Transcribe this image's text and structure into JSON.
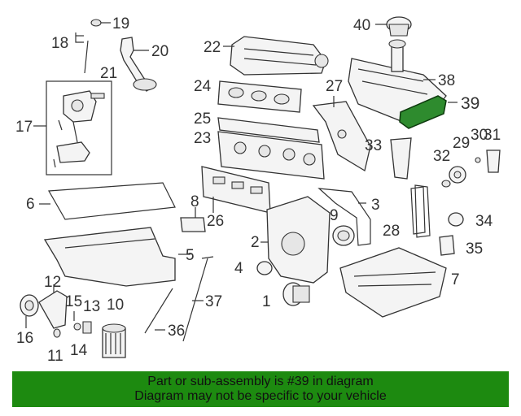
{
  "diagram": {
    "highlight_color": "#1d8a10",
    "highlighted_part": "39",
    "callouts": [
      "1",
      "2",
      "3",
      "4",
      "5",
      "6",
      "7",
      "8",
      "9",
      "10",
      "11",
      "12",
      "13",
      "14",
      "15",
      "16",
      "17",
      "18",
      "19",
      "20",
      "21",
      "22",
      "23",
      "24",
      "25",
      "26",
      "27",
      "28",
      "29",
      "30",
      "31",
      "32",
      "33",
      "34",
      "35",
      "36",
      "37",
      "38",
      "39",
      "40"
    ]
  },
  "footer": {
    "line1": "Part or sub-assembly is #39 in diagram",
    "line2": "Diagram may not be specific to your vehicle"
  }
}
